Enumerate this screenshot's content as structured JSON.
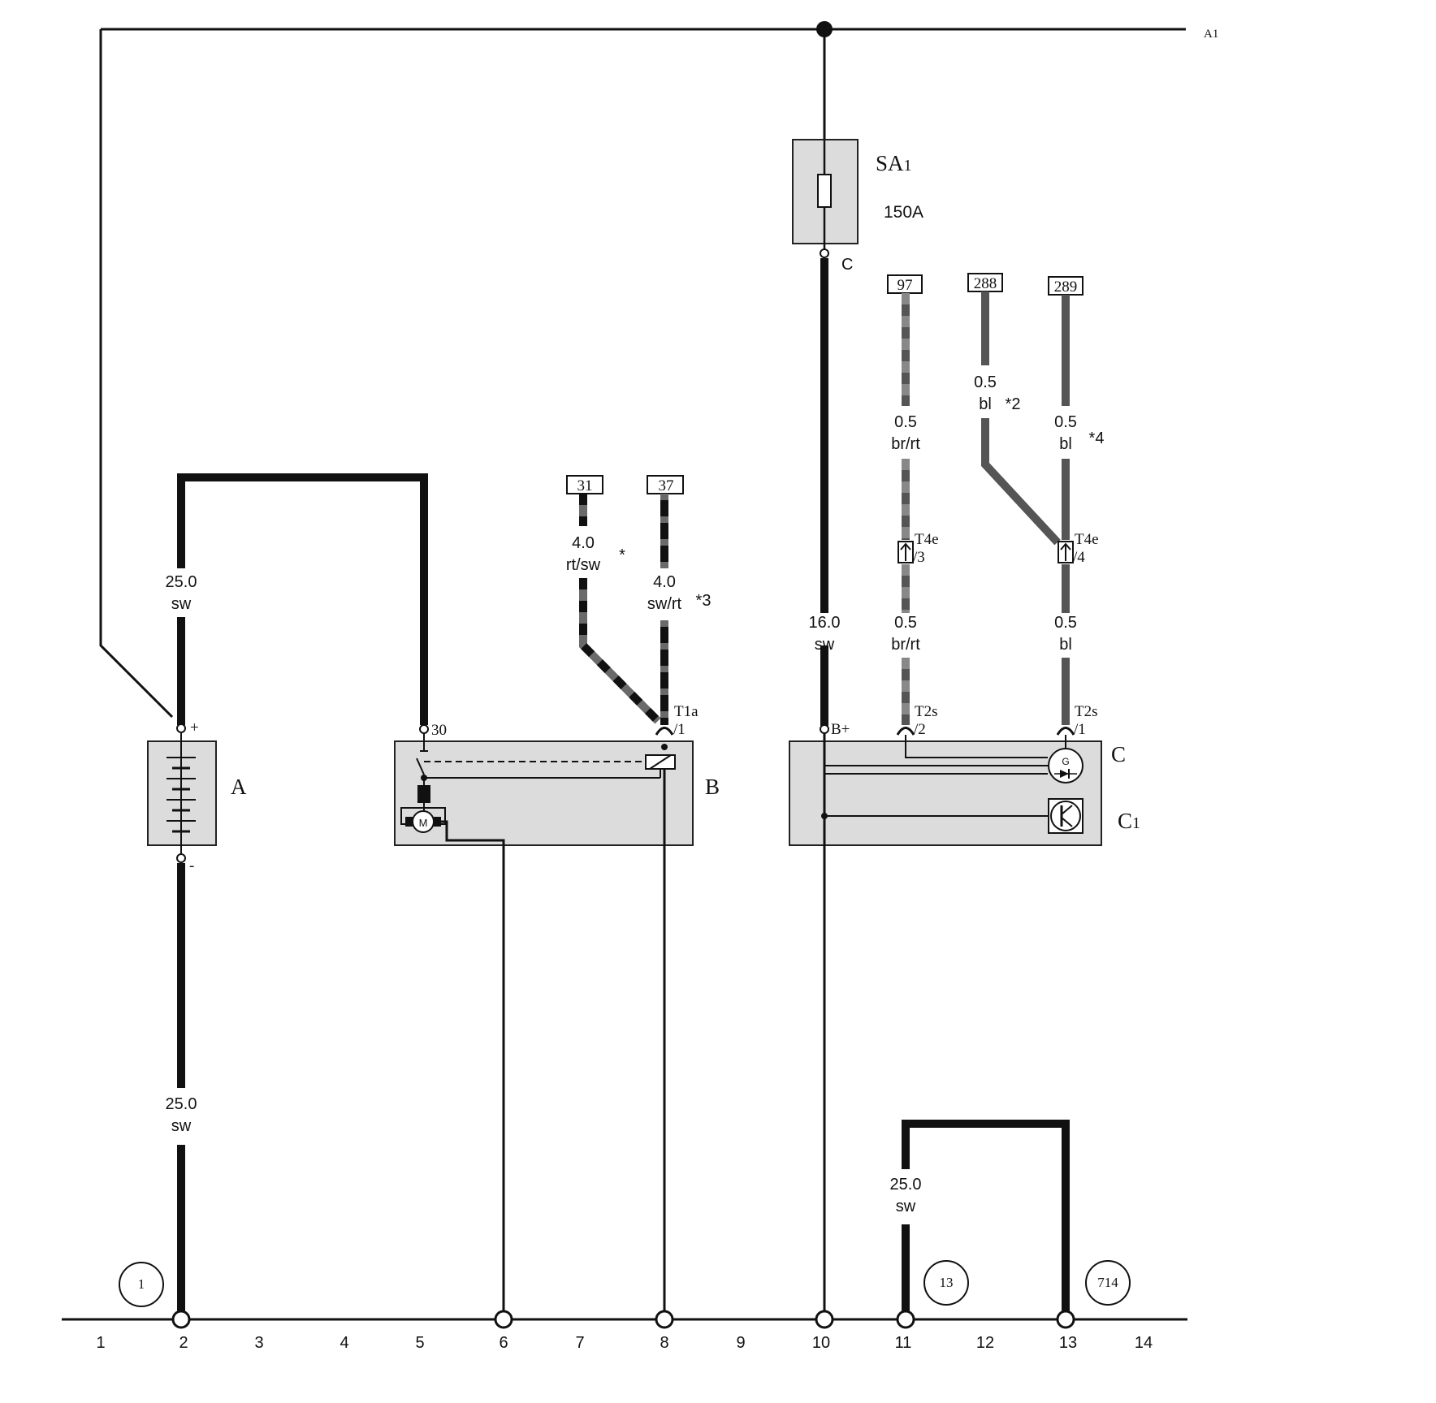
{
  "top_bus_label": "A1",
  "fuse": {
    "name": "SA",
    "name_sub": "1",
    "rating": "150A",
    "terminal": "C"
  },
  "components": {
    "battery": {
      "label": "A",
      "plus": "+",
      "minus": "-"
    },
    "starter": {
      "label": "B",
      "terminal": "30",
      "connector": "T1a",
      "connector_pin": "/1",
      "motor_symbol": "M"
    },
    "alternator": {
      "label": "C",
      "regulator_label": "C",
      "regulator_sub": "1",
      "terminal": "B+",
      "generator_symbol": "G"
    }
  },
  "wire_refs": [
    "31",
    "37",
    "97",
    "288",
    "289"
  ],
  "wire_labels": {
    "batt_upper": {
      "size": "25.0",
      "color": "sw"
    },
    "batt_lower": {
      "size": "25.0",
      "color": "sw"
    },
    "w31": {
      "size": "4.0",
      "color": "rt/sw",
      "note": "*"
    },
    "w37": {
      "size": "4.0",
      "color": "sw/rt",
      "note": "*3"
    },
    "alt_b": {
      "size": "16.0",
      "color": "sw"
    },
    "w97_upper": {
      "size": "0.5",
      "color": "br/rt"
    },
    "w97_lower": {
      "size": "0.5",
      "color": "br/rt"
    },
    "w288": {
      "size": "0.5",
      "color": "bl",
      "note": "*2"
    },
    "w289_upper": {
      "size": "0.5",
      "color": "bl",
      "note": "*4"
    },
    "w289_lower": {
      "size": "0.5",
      "color": "bl"
    },
    "ground_strap": {
      "size": "25.0",
      "color": "sw"
    }
  },
  "connectors": {
    "t4e3": {
      "name": "T4e",
      "pin": "/3"
    },
    "t4e4": {
      "name": "T4e",
      "pin": "/4"
    },
    "t2s2": {
      "name": "T2s",
      "pin": "/2"
    },
    "t2s1": {
      "name": "T2s",
      "pin": "/1"
    }
  },
  "ground_refs": [
    "1",
    "13",
    "714"
  ],
  "grid_numbers": [
    "1",
    "2",
    "3",
    "4",
    "5",
    "6",
    "7",
    "8",
    "9",
    "10",
    "11",
    "12",
    "13",
    "14"
  ],
  "colors": {
    "ink": "#111111",
    "wire_gray": "#6a6a6a",
    "box_fill": "#dcdcdc"
  }
}
